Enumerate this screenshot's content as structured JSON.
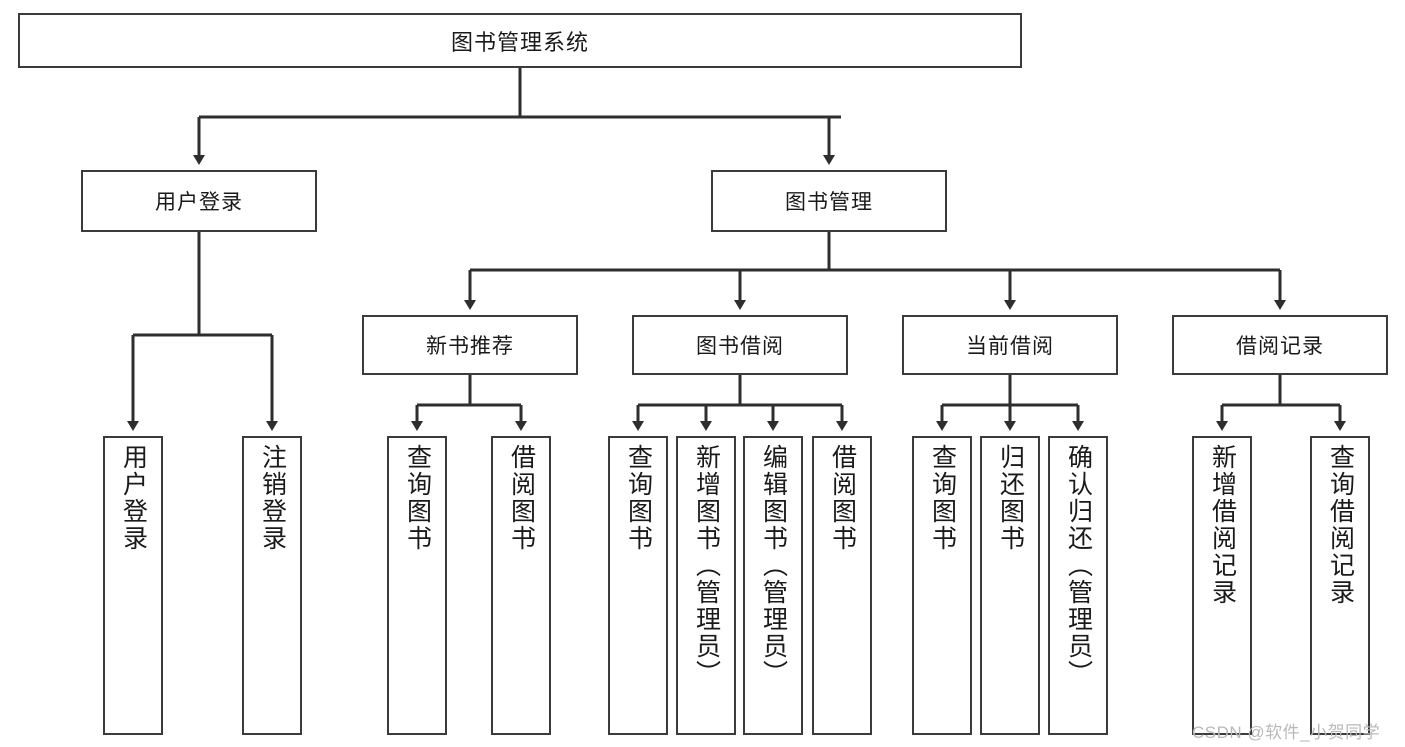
{
  "diagram": {
    "title": "图书管理系统",
    "type": "hierarchy-tree",
    "root": {
      "label": "图书管理系统"
    },
    "level2": [
      {
        "label": "用户登录"
      },
      {
        "label": "图书管理"
      }
    ],
    "level3": [
      {
        "label": "新书推荐"
      },
      {
        "label": "图书借阅"
      },
      {
        "label": "当前借阅"
      },
      {
        "label": "借阅记录"
      }
    ],
    "leaves": {
      "user_login": [
        {
          "label": "用户登录"
        },
        {
          "label": "注销登录"
        }
      ],
      "new_book_recommend": [
        {
          "label": "查询图书"
        },
        {
          "label": "借阅图书"
        }
      ],
      "book_borrow": [
        {
          "label": "查询图书"
        },
        {
          "label": "新增图书（管理员）"
        },
        {
          "label": "编辑图书（管理员）"
        },
        {
          "label": "借阅图书"
        }
      ],
      "current_borrow": [
        {
          "label": "查询图书"
        },
        {
          "label": "归还图书"
        },
        {
          "label": "确认归还（管理员）"
        }
      ],
      "borrow_record": [
        {
          "label": "新增借阅记录"
        },
        {
          "label": "查询借阅记录"
        }
      ]
    }
  },
  "watermark": {
    "text": "CSDN @软件_小贺同学"
  },
  "colors": {
    "border": "#3b3b3b",
    "text": "#1a1a1a",
    "background": "#ffffff",
    "watermark": "#b9b9b9"
  }
}
